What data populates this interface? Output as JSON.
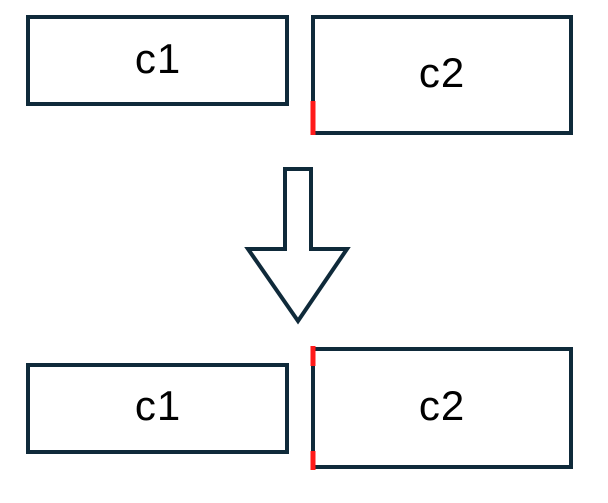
{
  "colors": {
    "stroke": "#0f2a3a",
    "marker": "#ff1a1a",
    "background": "#ffffff"
  },
  "before": {
    "box_c1": "c1",
    "box_c2": "c2"
  },
  "after": {
    "box_c1": "c1",
    "box_c2": "c2"
  },
  "arrow": {
    "icon": "down-arrow-icon"
  }
}
